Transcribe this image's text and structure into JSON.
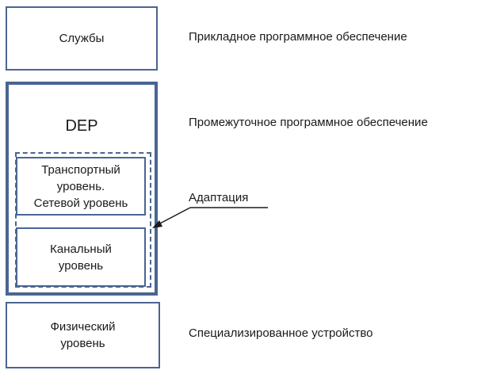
{
  "layers": {
    "services": "Службы",
    "dep_title": "DEP",
    "transport": "Транспортный\nуровень.\nСетевой уровень",
    "link": "Канальный\nуровень",
    "physical": "Физический\nуровень"
  },
  "labels": {
    "application_software": "Прикладное программное обеспечение",
    "middleware": "Промежуточное программное обеспечение",
    "adaptation": "Адаптация",
    "specialized_device": "Специализированное устройство"
  },
  "colors": {
    "border": "#4a6592",
    "text": "#1a1a1a",
    "background": "#ffffff"
  }
}
